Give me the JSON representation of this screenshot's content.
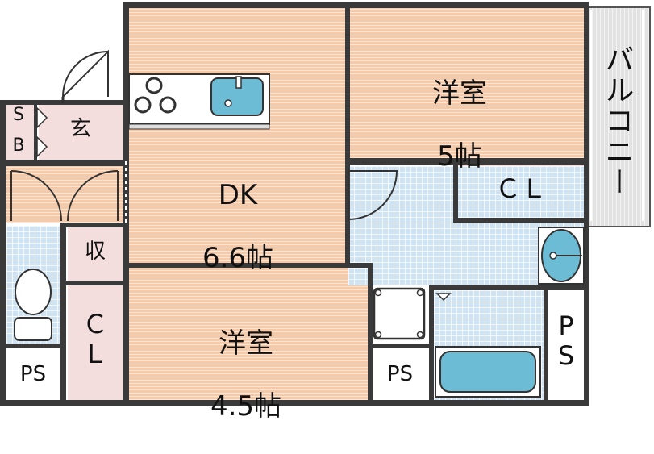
{
  "rooms": {
    "western_room_5": {
      "name": "洋室",
      "size": "5帖"
    },
    "dk": {
      "name": "DK",
      "size": "6.6帖"
    },
    "western_room_45": {
      "name": "洋室",
      "size": "4.5帖"
    },
    "closet_main": {
      "label": "ＣＬ"
    },
    "closet_side": {
      "label": "Ｃ\nＬ"
    },
    "storage": {
      "label": "収"
    },
    "entrance": {
      "label": "玄"
    },
    "shoe_box_s": {
      "label": "S"
    },
    "shoe_box_b": {
      "label": "B"
    },
    "ps_left": {
      "label": "PS"
    },
    "ps_mid": {
      "label": "PS"
    },
    "ps_right": {
      "label": "P\nS"
    },
    "balcony": {
      "label": "バルコニー"
    }
  },
  "colors": {
    "flooring": "#f6c9a8",
    "closet": "#f3dedd",
    "wet_area": "#cfe3f3",
    "balcony": "#e2e2e2",
    "fixture": "#6bbcd4",
    "wall": "#3a3a3a"
  }
}
